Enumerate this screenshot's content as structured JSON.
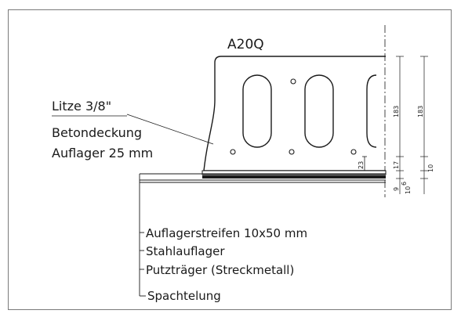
{
  "diagram": {
    "title": "A20Q",
    "label_litze": "Litze 3/8\"",
    "label_betondeckung_line1": "Betondeckung",
    "label_betondeckung_line2": "Auflager 25 mm",
    "dim_23": "23",
    "dims_right": {
      "d183_a": "183",
      "d183_b": "183",
      "d17": "17",
      "d9": "9",
      "d6": "6",
      "d10_a": "10",
      "d10_b": "10"
    },
    "layers": [
      "Auflagerstreifen 10x50 mm",
      "Stahlauflager",
      "Putzträger (Streckmetall)",
      "Spachtelung"
    ],
    "colors": {
      "line": "#1a1a1a",
      "frame": "#7a7a7a",
      "background": "#ffffff"
    }
  }
}
